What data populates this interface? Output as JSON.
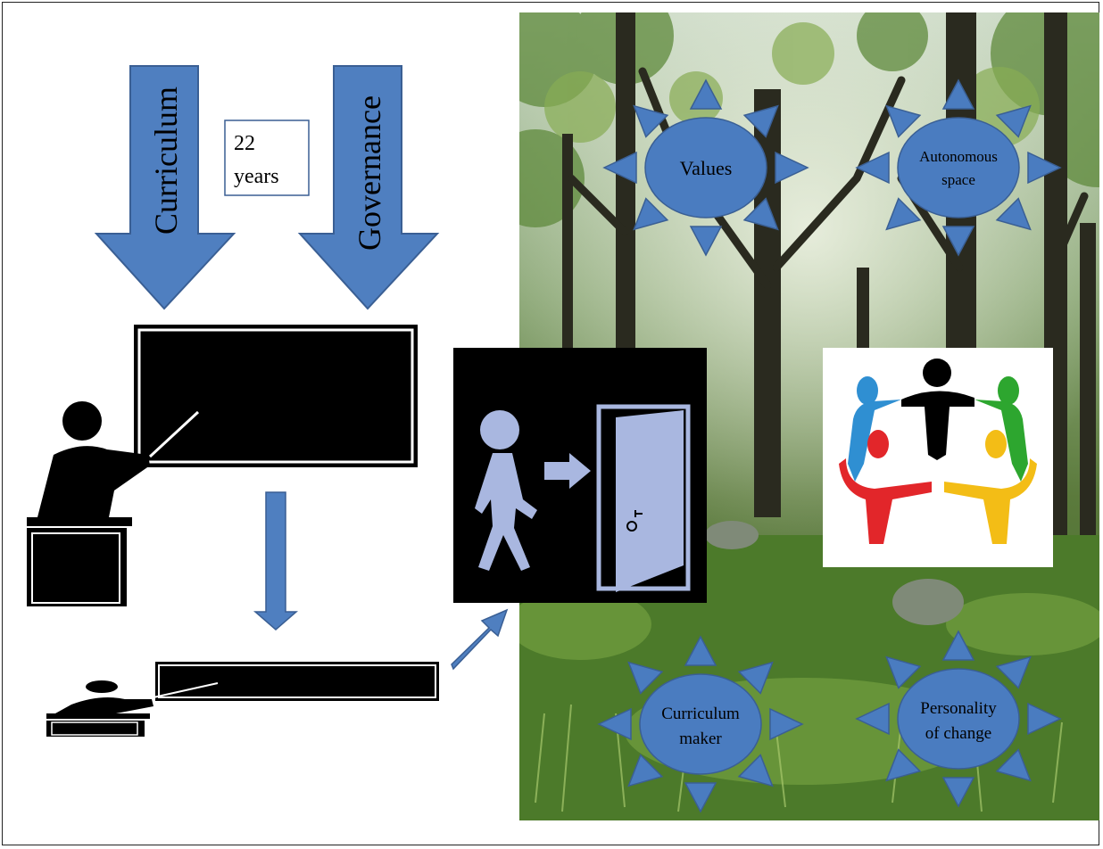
{
  "arrows": {
    "left_label": "Curriculum",
    "right_label": "Governance"
  },
  "years_box": {
    "line1": "22",
    "line2": "years"
  },
  "suns": {
    "values": [
      "Values"
    ],
    "autonomous": [
      "Autonomous",
      "space"
    ],
    "curriculum_maker": [
      "Curriculum",
      "maker"
    ],
    "personality": [
      "Personality",
      "of change"
    ]
  },
  "colors": {
    "arrow_blue": "#4f7fc0",
    "arrow_outline": "#3a5f94",
    "sun_fill": "#4a7cc0",
    "door_panel": "#a9b7e0",
    "figure_red": "#e2262a",
    "figure_yellow": "#f3bd16",
    "figure_green": "#2da62f",
    "figure_blue": "#2f8fd2"
  },
  "icons": {
    "teacher_large": "teacher-at-blackboard-icon",
    "teacher_small": "teacher-at-blackboard-icon",
    "exit_door": "person-exiting-door-icon",
    "community_circle": "people-in-circle-icon",
    "background": "forest-photo"
  }
}
